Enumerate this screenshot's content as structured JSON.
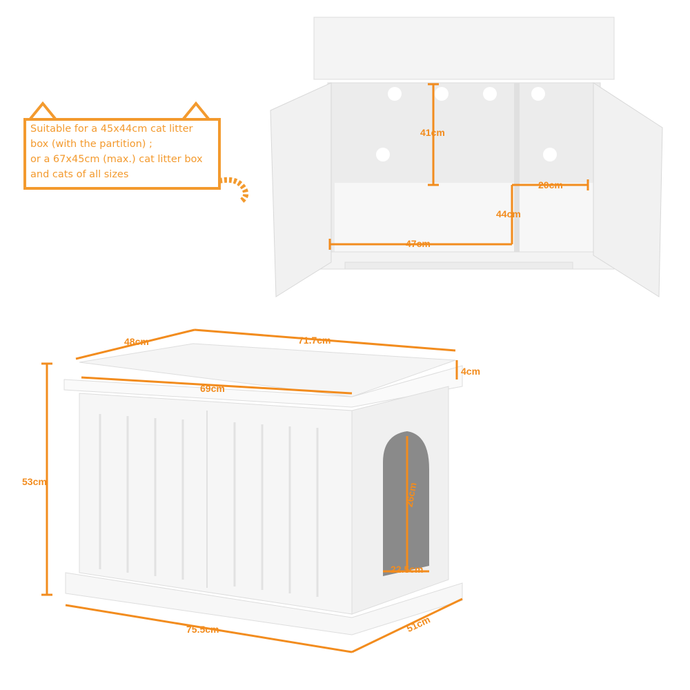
{
  "accent_color": "#f28c1e",
  "note": {
    "lines": [
      "Suitable for a 45x44cm cat litter",
      "box (with the partition) ;",
      "or a 67x45cm (max.) cat litter box",
      "and cats of all sizes"
    ]
  },
  "interior_dimensions": {
    "height": "41cm",
    "depth": "44cm",
    "width_left": "47cm",
    "width_right": "20cm"
  },
  "exterior_dimensions": {
    "top_depth": "48cm",
    "top_width": "71.7cm",
    "top_inner_width": "69cm",
    "rim_height": "4cm",
    "height": "53cm",
    "base_width": "75.5cm",
    "base_depth": "51cm",
    "door_height": "26cm",
    "door_width": "22.5cm"
  }
}
